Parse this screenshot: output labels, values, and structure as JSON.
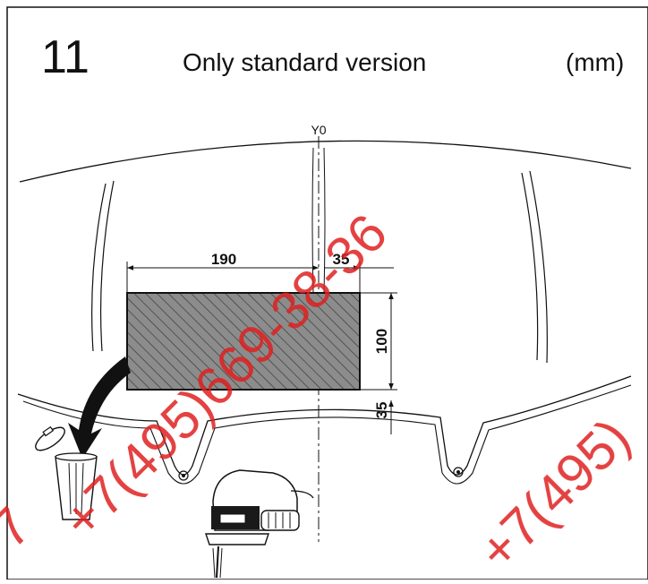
{
  "header": {
    "step_number": "11",
    "title": "Only standard version",
    "unit": "(mm)"
  },
  "diagram": {
    "axis_label": "Y0",
    "dimensions": {
      "width_left": "190",
      "width_right": "35",
      "height": "100",
      "offset_bottom": "35"
    }
  },
  "watermark": {
    "text_center": "+7(495)669-38-36",
    "text_left": "+7",
    "text_right": "+7(495)",
    "color": "#e02020"
  },
  "icons": [
    "trash-bin-icon",
    "jigsaw-icon",
    "remove-arrow-icon"
  ]
}
